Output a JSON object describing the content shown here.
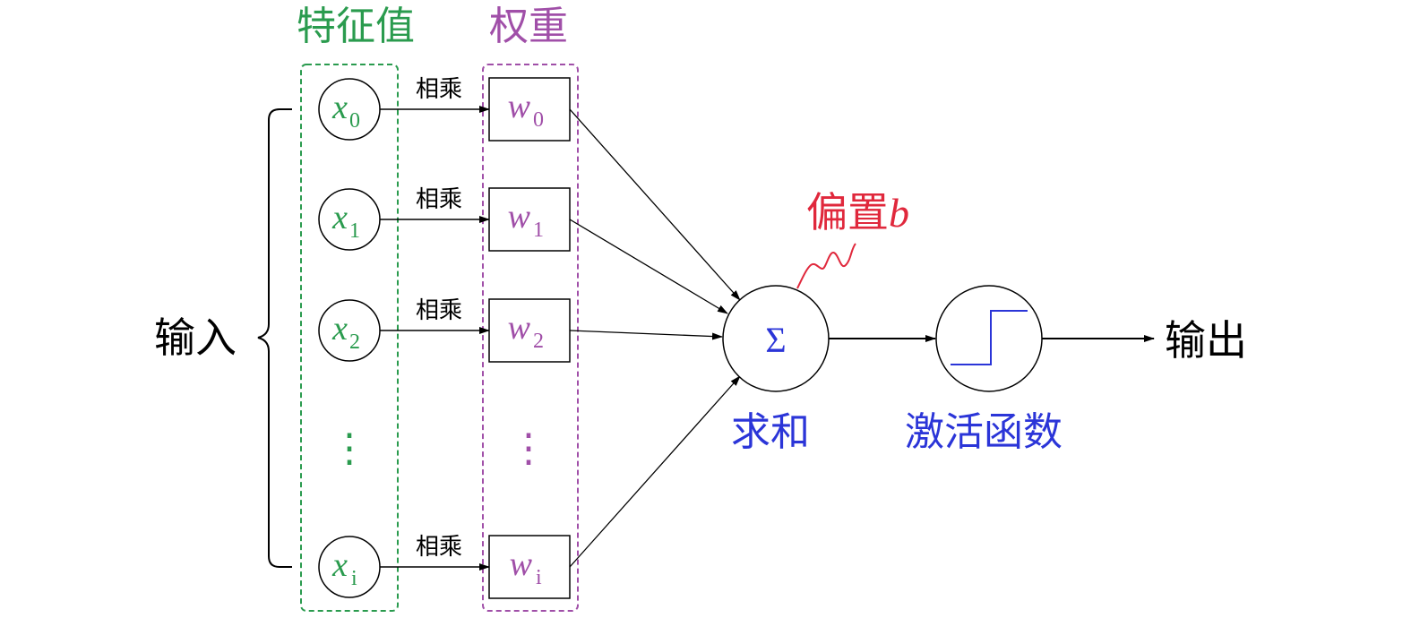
{
  "headers": {
    "features": "特征值",
    "weights": "权重"
  },
  "input_label": "输入",
  "output_label": "输出",
  "inputs": [
    {
      "var": "x",
      "sub": "0",
      "w": "w",
      "wsub": "0",
      "op": "相乘"
    },
    {
      "var": "x",
      "sub": "1",
      "w": "w",
      "wsub": "1",
      "op": "相乘"
    },
    {
      "var": "x",
      "sub": "2",
      "w": "w",
      "wsub": "2",
      "op": "相乘"
    },
    {
      "var": "x",
      "sub": "i",
      "w": "w",
      "wsub": "i",
      "op": "相乘"
    }
  ],
  "ellipsis": "⋮",
  "bias": {
    "text": "偏置",
    "var": "b"
  },
  "sum": {
    "symbol": "Σ",
    "label": "求和"
  },
  "activation": {
    "label": "激活函数"
  },
  "colors": {
    "feature": "#2a9b4e",
    "weight": "#a04fa8",
    "bias": "#e0283c",
    "sum": "#2b35d8",
    "line": "#000000"
  }
}
